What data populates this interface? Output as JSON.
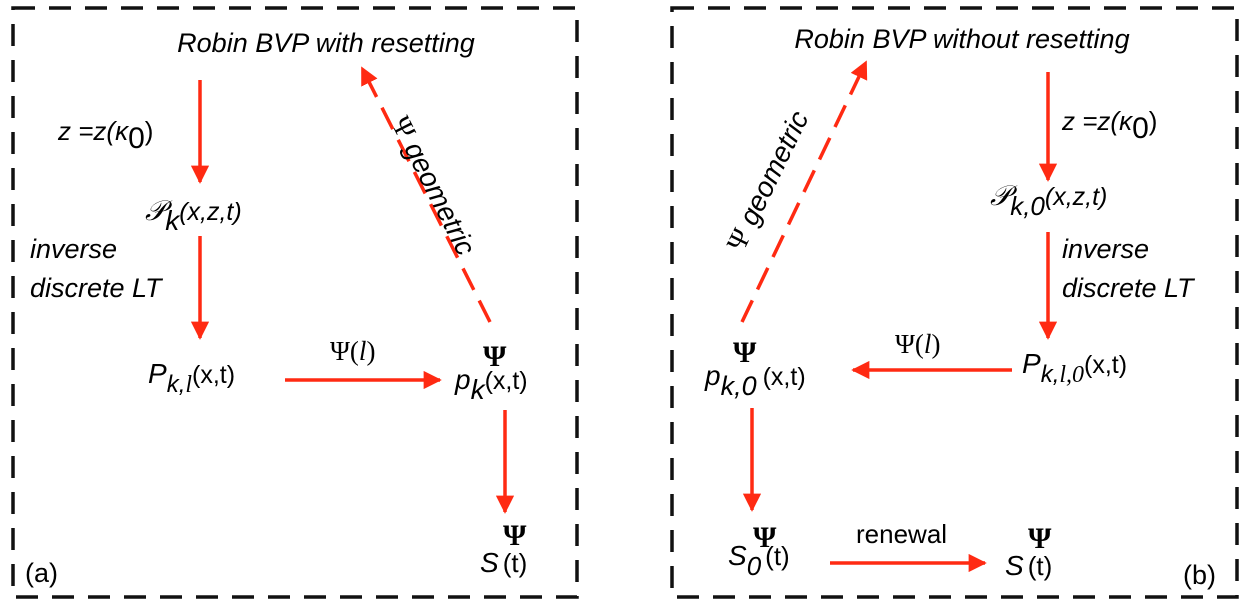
{
  "panel_a": {
    "panel_label": "(a)",
    "title": "Robin BVP with resetting",
    "edge_z": "z =z(κ",
    "edge_z_sub": "0",
    "edge_z_close": ")",
    "node_pk_sym": "𝒫",
    "node_pk_sub": "k",
    "node_pk_args": "(x,z,t)",
    "edge_inverse_line1": "inverse",
    "edge_inverse_line2": "discrete LT",
    "node_Pkl_sym": "P",
    "node_Pkl_sub_k": "k,",
    "node_Pkl_sub_l": "l",
    "node_Pkl_args": "(x,t)",
    "edge_psi_l_psi": "Ψ(",
    "edge_psi_l_l": "l",
    "edge_psi_l_close": ")",
    "node_p_psi_sym": "p",
    "node_p_psi_sup": "Ψ",
    "node_p_psi_sub": "k",
    "node_p_psi_args": "(x,t)",
    "edge_geometric_psi": "Ψ",
    "edge_geometric_word": "geometric",
    "node_S_sym": "S",
    "node_S_sup": "Ψ",
    "node_S_args": "(t)"
  },
  "panel_b": {
    "panel_label": "(b)",
    "title": "Robin BVP without resetting",
    "edge_z": "z =z(κ",
    "edge_z_sub": "0",
    "edge_z_close": ")",
    "node_pk0_sym": "𝒫",
    "node_pk0_sub": "k,0",
    "node_pk0_args": "(x,z,t)",
    "edge_inverse_line1": "inverse",
    "edge_inverse_line2": "discrete LT",
    "node_Pkl0_sym": "P",
    "node_Pkl0_sub_k": "k,",
    "node_Pkl0_sub_l": "l,0",
    "node_Pkl0_args": "(x,t)",
    "edge_psi_l_psi": "Ψ(",
    "edge_psi_l_l": "l",
    "edge_psi_l_close": ")",
    "node_p_psi0_sym": "p",
    "node_p_psi0_sup": "Ψ",
    "node_p_psi0_sub": "k,0",
    "node_p_psi0_args": "(x,t)",
    "edge_geometric_psi": "Ψ",
    "edge_geometric_word": "geometric",
    "node_S0_sym": "S",
    "node_S0_sup": "Ψ",
    "node_S0_sub": "0",
    "node_S0_args": "(t)",
    "edge_renewal": "renewal",
    "node_S_sym": "S",
    "node_S_sup": "Ψ",
    "node_S_args": "(t)"
  },
  "colors": {
    "arrow": "#ff2a12",
    "frame": "#111111",
    "text": "#000000"
  }
}
